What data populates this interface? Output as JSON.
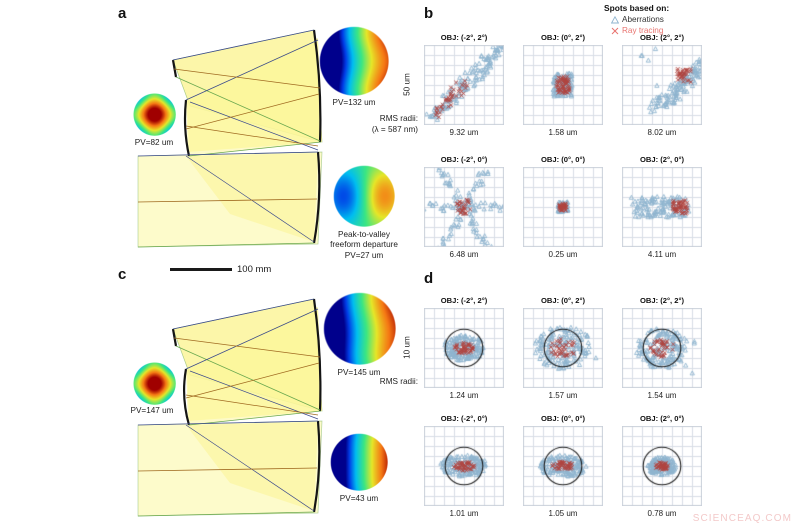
{
  "figure": {
    "watermark": "SCIENCEAQ.COM",
    "scalebar": {
      "label": "100 mm"
    },
    "panels": {
      "a": "a",
      "b": "b",
      "c": "c",
      "d": "d"
    }
  },
  "legend": {
    "title": "Spots based on:",
    "items": [
      {
        "label": "Aberrations",
        "marker": "triangle-icon",
        "color": "#8fb4cf"
      },
      {
        "label": "Ray tracing",
        "marker": "x-icon",
        "color": "#e8736f"
      }
    ]
  },
  "panel_a": {
    "letter": "a",
    "mirrors": [
      {
        "name": "mirror-1",
        "pv_label": "PV=132 um"
      },
      {
        "name": "mirror-2",
        "pv_label": "PV=82 um"
      },
      {
        "name": "mirror-3",
        "pv_label": "Peak-to-valley\nfreeform departure\nPV=27 um",
        "caption_lines": [
          "Peak-to-valley",
          "freeform departure",
          "PV=27 um"
        ]
      }
    ]
  },
  "panel_c": {
    "letter": "c",
    "mirrors": [
      {
        "name": "mirror-1",
        "pv_label": "PV=145 um"
      },
      {
        "name": "mirror-2",
        "pv_label": "PV=147 um"
      },
      {
        "name": "mirror-3",
        "pv_label": "PV=43 um"
      }
    ]
  },
  "panel_b": {
    "letter": "b",
    "axis_label": "50 um",
    "rms_label_lines": [
      "RMS radii:",
      "(λ = 587 nm)"
    ],
    "spots": [
      {
        "title": "OBJ: (-2°, 2°)",
        "value": "9.32 um",
        "pattern": "streak-diagonal",
        "spread": 0.78,
        "seed": 11,
        "show_circle": false
      },
      {
        "title": "OBJ: (0°, 2°)",
        "value": "1.58 um",
        "pattern": "tight-blob",
        "spread": 0.12,
        "seed": 22,
        "show_circle": false
      },
      {
        "title": "OBJ: (2°, 2°)",
        "value": "8.02 um",
        "pattern": "streak-scatter",
        "spread": 0.62,
        "seed": 33,
        "show_circle": false
      },
      {
        "title": "OBJ: (-2°, 0°)",
        "value": "6.48 um",
        "pattern": "star-burst",
        "spread": 0.52,
        "seed": 44,
        "show_circle": false
      },
      {
        "title": "OBJ: (0°, 0°)",
        "value": "0.25 um",
        "pattern": "point",
        "spread": 0.04,
        "seed": 55,
        "show_circle": false
      },
      {
        "title": "OBJ: (2°, 0°)",
        "value": "4.11 um",
        "pattern": "horiz-streak",
        "spread": 0.34,
        "seed": 66,
        "show_circle": false
      }
    ]
  },
  "panel_d": {
    "letter": "d",
    "axis_label": "10 um",
    "rms_label_lines": [
      "RMS radii:"
    ],
    "spots": [
      {
        "title": "OBJ: (-2°, 2°)",
        "value": "1.24 um",
        "pattern": "airy-fill",
        "spread": 0.26,
        "seed": 77,
        "show_circle": true
      },
      {
        "title": "OBJ: (0°, 2°)",
        "value": "1.57 um",
        "pattern": "airy-spread",
        "spread": 0.34,
        "seed": 88,
        "show_circle": true
      },
      {
        "title": "OBJ: (2°, 2°)",
        "value": "1.54 um",
        "pattern": "airy-spread",
        "spread": 0.32,
        "seed": 99,
        "show_circle": true
      },
      {
        "title": "OBJ: (-2°, 0°)",
        "value": "1.01 um",
        "pattern": "airy-horiz",
        "spread": 0.24,
        "seed": 111,
        "show_circle": true
      },
      {
        "title": "OBJ: (0°, 0°)",
        "value": "1.05 um",
        "pattern": "airy-horiz",
        "spread": 0.24,
        "seed": 122,
        "show_circle": true
      },
      {
        "title": "OBJ: (2°, 0°)",
        "value": "0.78 um",
        "pattern": "airy-fill",
        "spread": 0.18,
        "seed": 133,
        "show_circle": true
      }
    ]
  },
  "colors": {
    "beam_fill": "#fbf59a",
    "beam_fill_light": "#fdfbd0",
    "mirror_edge": "#151515",
    "ray_red": "#a06a20",
    "ray_blue": "#3b4a8c",
    "ray_green": "#49c24a",
    "aberration_marker": "#8fb4cf",
    "raytrace_marker": "#b0443f",
    "grid": "#d8dde6"
  }
}
